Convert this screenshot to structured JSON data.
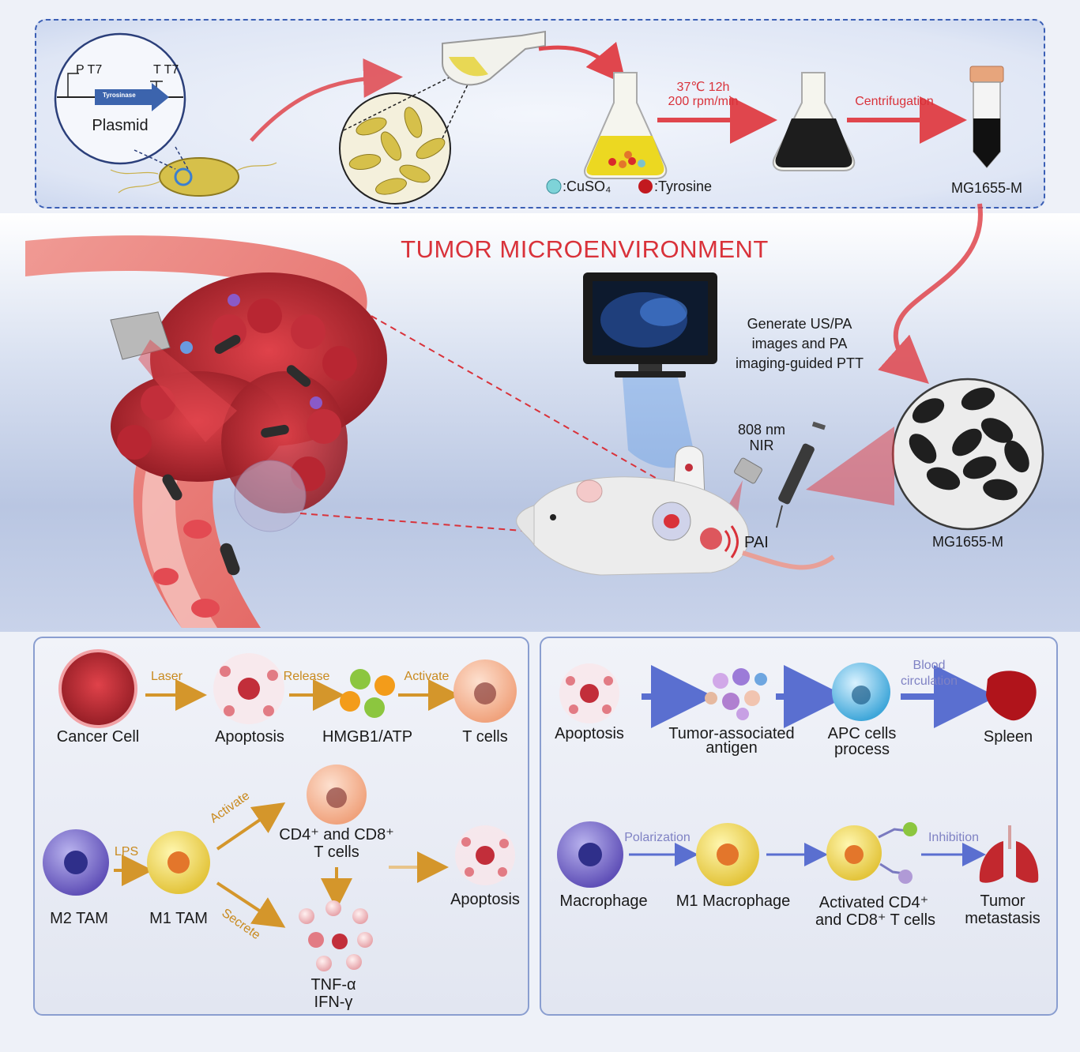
{
  "top": {
    "plasmid": {
      "promoter": "P T7",
      "terminator": "T T7",
      "gene": "Tyrosinase",
      "label": "Plasmid"
    },
    "culture": {
      "conditions_line1": "37℃ 12h",
      "conditions_line2": "200 rpm/min",
      "step": "Centrifugation"
    },
    "legend": {
      "cuso4": ":CuSO₄",
      "tyrosine": ":Tyrosine"
    },
    "product": "MG1655-M"
  },
  "middle": {
    "title": "TUMOR  MICROENVIRONMENT",
    "imaging_line1": "Generate US/PA",
    "imaging_line2": "images and PA",
    "imaging_line3": "imaging-guided PTT",
    "laser_line1": "808 nm",
    "laser_line2": "NIR",
    "pai": "PAI",
    "bacteria_label": "MG1655-M"
  },
  "bottom_left": {
    "row1": {
      "cancer_cell": "Cancer Cell",
      "laser": "Laser",
      "apoptosis": "Apoptosis",
      "release": "Release",
      "hmgb1": "HMGB1/ATP",
      "activate": "Activate",
      "t_cells": "T cells"
    },
    "row2": {
      "m2": "M2 TAM",
      "lps": "LPS",
      "m1": "M1 TAM",
      "activate": "Activate",
      "secrete": "Secrete",
      "cd_line1": "CD4⁺ and CD8⁺",
      "cd_line2": "T cells",
      "tnf": "TNF-α",
      "ifn": "IFN-γ",
      "apoptosis": "Apoptosis"
    }
  },
  "bottom_right": {
    "row1": {
      "apoptosis": "Apoptosis",
      "taa_line1": "Tumor-associated",
      "taa_line2": "antigen",
      "apc_line1": "APC cells",
      "apc_line2": "process",
      "blood_line1": "Blood",
      "blood_line2": "circulation",
      "spleen": "Spleen"
    },
    "row2": {
      "macrophage": "Macrophage",
      "polarization": "Polarization",
      "m1": "M1 Macrophage",
      "act_line1": "Activated CD4⁺",
      "act_line2": "and CD8⁺ T cells",
      "inhibition": "Inhibition",
      "tm_line1": "Tumor",
      "tm_line2": "metastasis"
    }
  },
  "colors": {
    "red": "#d9323a",
    "gold": "#c98a1e",
    "blue_arrow": "#5a6fd0",
    "panel_border": "#3b5fb5"
  }
}
